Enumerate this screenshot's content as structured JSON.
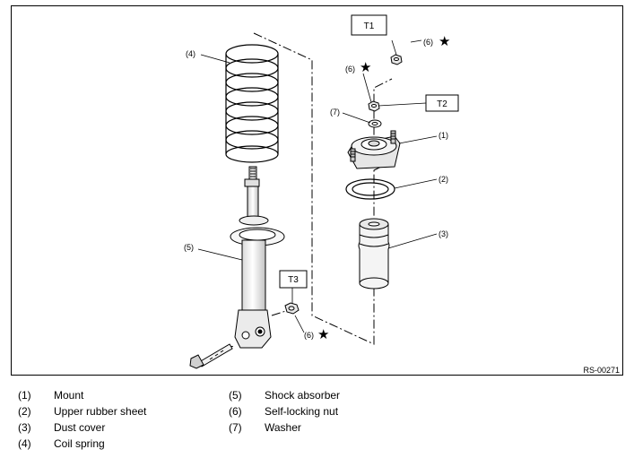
{
  "diagram": {
    "figure_code": "RS-00271",
    "callouts": {
      "c1": "(1)",
      "c2": "(2)",
      "c3": "(3)",
      "c4": "(4)",
      "c5": "(5)",
      "c6a": "(6)",
      "c6b": "(6)",
      "c6c": "(6)",
      "c7": "(7)"
    },
    "torque_boxes": {
      "t1": "T1",
      "t2": "T2",
      "t3": "T3"
    },
    "star": "★"
  },
  "legend": [
    {
      "num": "(1)",
      "label": "Mount"
    },
    {
      "num": "(2)",
      "label": "Upper rubber sheet"
    },
    {
      "num": "(3)",
      "label": "Dust cover"
    },
    {
      "num": "(4)",
      "label": "Coil spring"
    },
    {
      "num": "(5)",
      "label": "Shock absorber"
    },
    {
      "num": "(6)",
      "label": "Self-locking nut"
    },
    {
      "num": "(7)",
      "label": "Washer"
    }
  ]
}
